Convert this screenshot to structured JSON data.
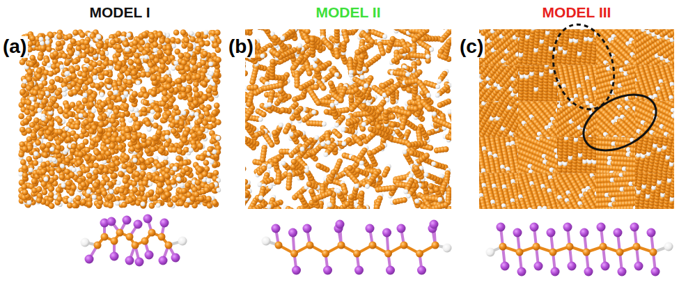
{
  "diagram": {
    "labels": [
      "MODEL I",
      "(a)",
      "MODEL II",
      "(b)",
      "MODEL III",
      "(c)"
    ]
  }
}
